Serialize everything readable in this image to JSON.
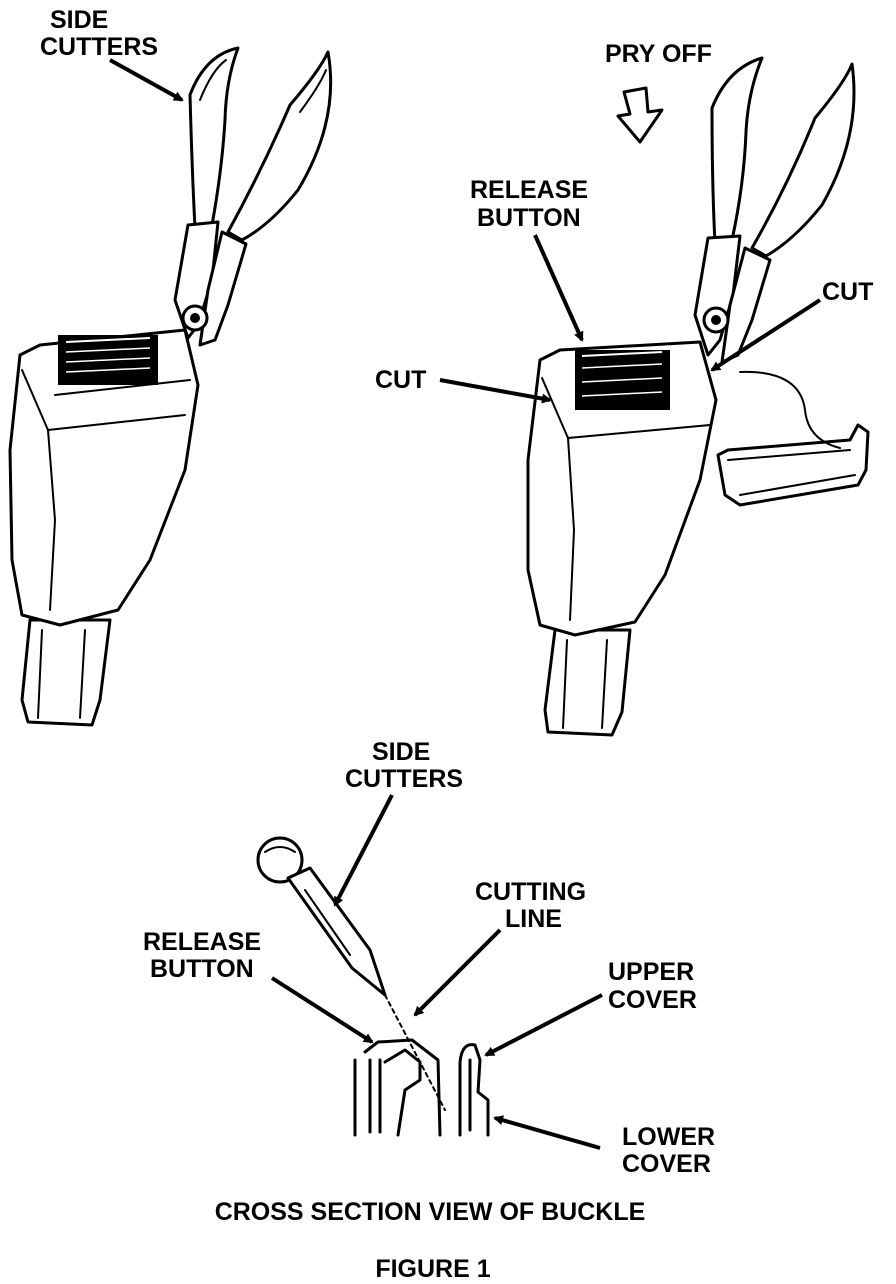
{
  "labels": {
    "side_cutters_top": [
      "SIDE",
      "CUTTERS"
    ],
    "pry_off": "PRY OFF",
    "release_button_top": [
      "RELEASE",
      "BUTTON"
    ],
    "cut_right": "CUT",
    "cut_left": "CUT",
    "side_cutters_bottom": [
      "SIDE",
      "CUTTERS"
    ],
    "cutting_line": [
      "CUTTING",
      "LINE"
    ],
    "release_button_bottom": [
      "RELEASE",
      "BUTTON"
    ],
    "upper_cover": [
      "UPPER",
      "COVER"
    ],
    "lower_cover": [
      "LOWER",
      "COVER"
    ],
    "caption_section": "CROSS SECTION VIEW OF BUCKLE",
    "caption_figure": "FIGURE 1"
  },
  "icons": {
    "pliers": "side-cutters-icon",
    "buckle": "seat-belt-buckle-icon",
    "cover": "buckle-cover-icon",
    "pry_arrow": "hollow-down-arrow-icon"
  },
  "colors": {
    "ink": "#000000",
    "paper": "#ffffff"
  }
}
